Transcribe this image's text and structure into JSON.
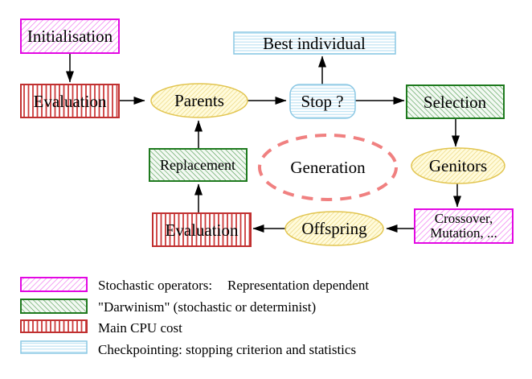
{
  "diagram": {
    "nodes": {
      "initialisation": "Initialisation",
      "evaluation_top": "Evaluation",
      "best_individual": "Best individual",
      "parents": "Parents",
      "stop": "Stop ?",
      "selection": "Selection",
      "replacement": "Replacement",
      "generation": "Generation",
      "genitors": "Genitors",
      "crossover_line1": "Crossover,",
      "crossover_line2": "Mutation, ...",
      "offspring": "Offspring",
      "evaluation_bottom": "Evaluation"
    },
    "edges": [
      "initialisation -> evaluation_top",
      "evaluation_top -> parents",
      "parents -> stop",
      "stop -> best_individual",
      "stop -> selection",
      "selection -> genitors",
      "genitors -> crossover_mutation",
      "crossover_mutation -> offspring",
      "offspring -> evaluation_bottom",
      "evaluation_bottom -> replacement",
      "replacement -> parents"
    ],
    "colors": {
      "stochastic_magenta_border": "#E308E3",
      "darwinism_green_border": "#1E7A1E",
      "cpu_red_border": "#C03030",
      "checkpoint_cyan_border": "#8CC8E4",
      "operator_yellow_border": "#E2C550",
      "generation_salmon": "#F08080",
      "arrow_black": "#000000"
    }
  },
  "legend": {
    "items": [
      {
        "swatch": "magenta-diagonal-hatch",
        "label": "Stochastic operators:",
        "label_color": "#CC00CC",
        "label2": "Representation dependent",
        "label2_color": "#E8C52F"
      },
      {
        "swatch": "green-diagonal-hatch",
        "label": "\"Darwinism\" (stochastic or determinist)",
        "label_color": "#117711"
      },
      {
        "swatch": "red-vertical-stripes",
        "label": "Main CPU cost",
        "label_color": "#CC2222"
      },
      {
        "swatch": "cyan-horizontal-stripes",
        "label": "Checkpointing: stopping criterion and statistics",
        "label_color": "#9BCDE7"
      }
    ]
  }
}
